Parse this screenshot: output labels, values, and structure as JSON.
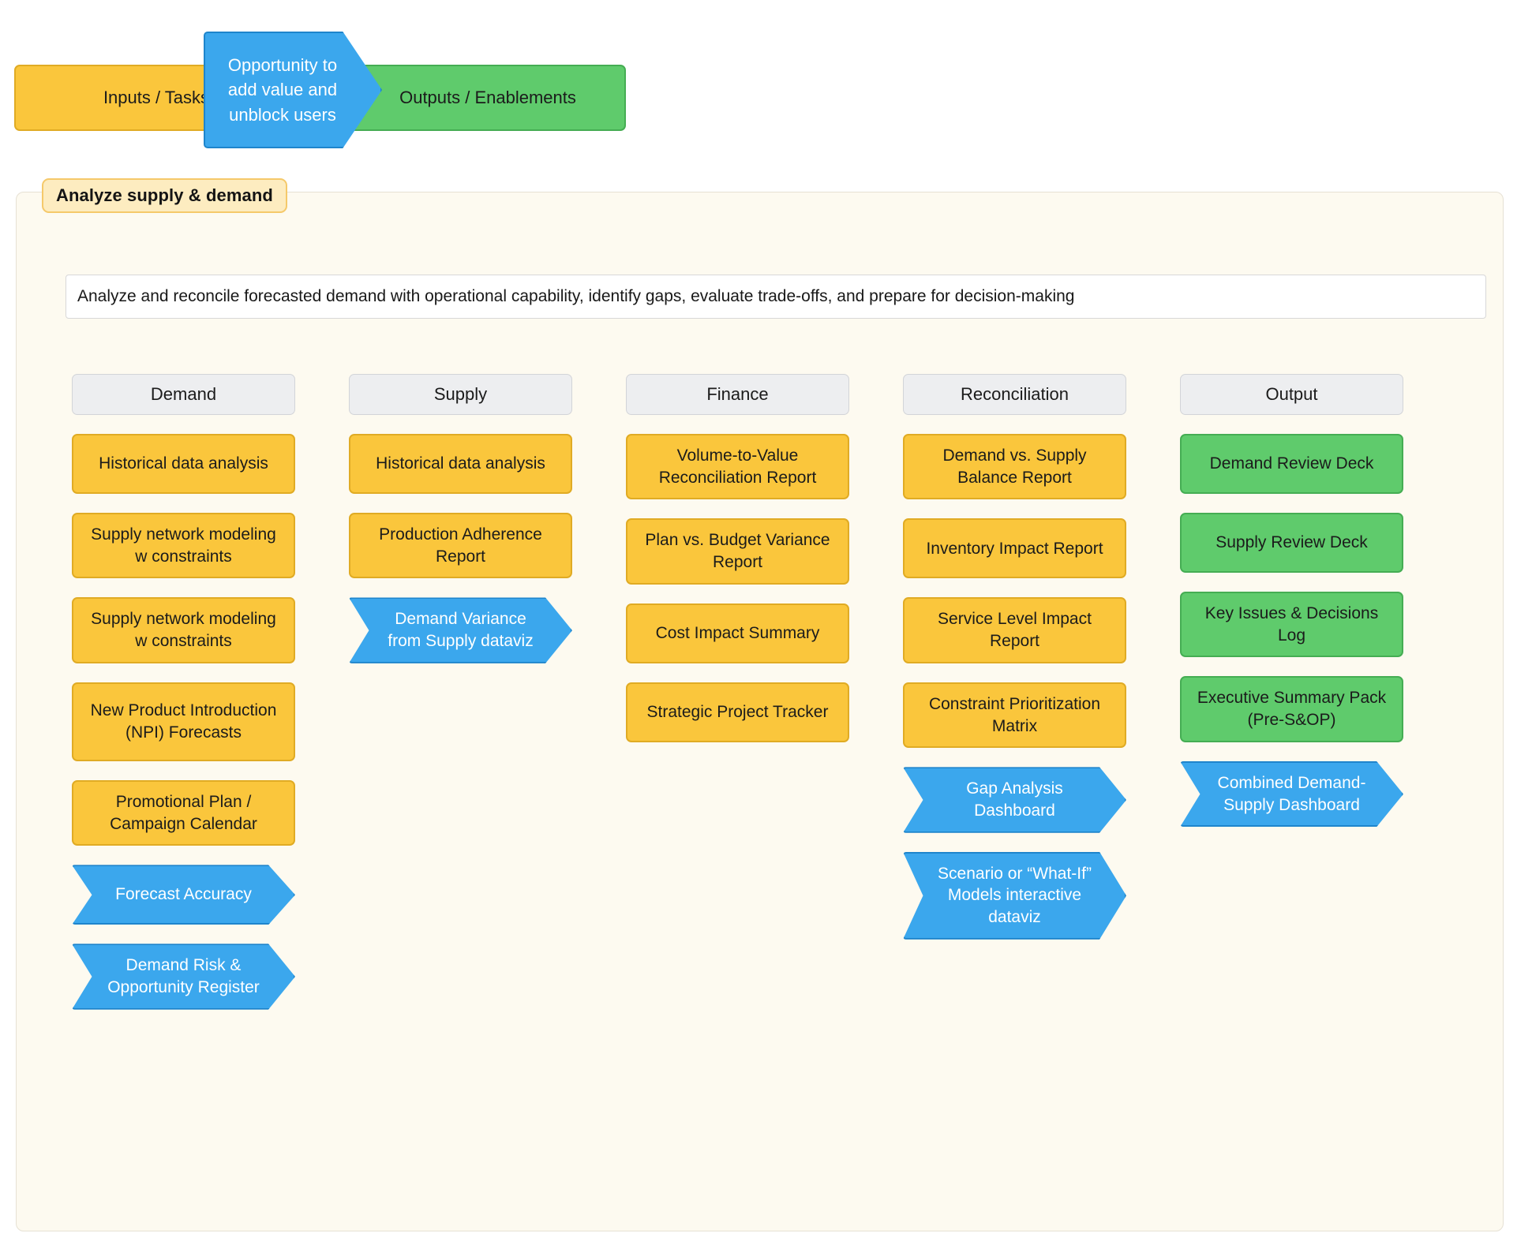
{
  "legend": {
    "inputs_label": "Inputs / Tasks",
    "opportunity_label": "Opportunity to add value and unblock users",
    "outputs_label": "Outputs / Enablements"
  },
  "panel": {
    "title": "Analyze supply & demand",
    "description": "Analyze and reconcile forecasted demand with operational capability, identify gaps, evaluate trade-offs, and prepare for decision-making"
  },
  "colors": {
    "input_task": "#FAC63C",
    "output_enablement": "#5FCB6C",
    "opportunity": "#3BA7ED",
    "panel_bg": "#FDFAF0",
    "column_header": "#EDEEF0",
    "title_badge": "#FDECC0"
  },
  "columns": [
    {
      "header": "Demand",
      "nodes": [
        {
          "label": "Historical data analysis",
          "type": "yellow",
          "lines": 1
        },
        {
          "label": "Supply network modeling w constraints",
          "type": "yellow",
          "lines": 2
        },
        {
          "label": "Supply network modeling w constraints",
          "type": "yellow",
          "lines": 2
        },
        {
          "label": "New Product Introduction (NPI) Forecasts",
          "type": "yellow",
          "lines": 3
        },
        {
          "label": "Promotional Plan / Campaign Calendar",
          "type": "yellow",
          "lines": 2
        },
        {
          "label": "Forecast Accuracy",
          "type": "blue",
          "lines": 1
        },
        {
          "label": "Demand Risk & Opportunity Register",
          "type": "blue",
          "lines": 2
        }
      ]
    },
    {
      "header": "Supply",
      "nodes": [
        {
          "label": "Historical data analysis",
          "type": "yellow",
          "lines": 1
        },
        {
          "label": "Production Adherence Report",
          "type": "yellow",
          "lines": 2
        },
        {
          "label": "Demand Variance from Supply dataviz",
          "type": "blue",
          "lines": 2
        }
      ]
    },
    {
      "header": "Finance",
      "nodes": [
        {
          "label": "Volume-to-Value Reconciliation Report",
          "type": "yellow",
          "lines": 2
        },
        {
          "label": "Plan vs. Budget Variance Report",
          "type": "yellow",
          "lines": 2
        },
        {
          "label": "Cost Impact Summary",
          "type": "yellow",
          "lines": 1
        },
        {
          "label": "Strategic Project Tracker",
          "type": "yellow",
          "lines": 2
        }
      ]
    },
    {
      "header": "Reconciliation",
      "nodes": [
        {
          "label": "Demand vs. Supply Balance Report",
          "type": "yellow",
          "lines": 2
        },
        {
          "label": "Inventory Impact Report",
          "type": "yellow",
          "lines": 1
        },
        {
          "label": "Service Level Impact Report",
          "type": "yellow",
          "lines": 2
        },
        {
          "label": "Constraint Prioritization Matrix",
          "type": "yellow",
          "lines": 2
        },
        {
          "label": "Gap Analysis Dashboard",
          "type": "blue",
          "lines": 2
        },
        {
          "label": "Scenario or “What-If” Models interactive dataviz",
          "type": "blue",
          "lines": 3
        }
      ]
    },
    {
      "header": "Output",
      "nodes": [
        {
          "label": "Demand Review Deck",
          "type": "green",
          "lines": 1
        },
        {
          "label": "Supply Review Deck",
          "type": "green",
          "lines": 1
        },
        {
          "label": "Key Issues & Decisions Log",
          "type": "green",
          "lines": 2
        },
        {
          "label": "Executive Summary Pack (Pre-S&OP)",
          "type": "green",
          "lines": 2
        },
        {
          "label": "Combined Demand-Supply Dashboard",
          "type": "blue",
          "lines": 2
        }
      ]
    }
  ]
}
